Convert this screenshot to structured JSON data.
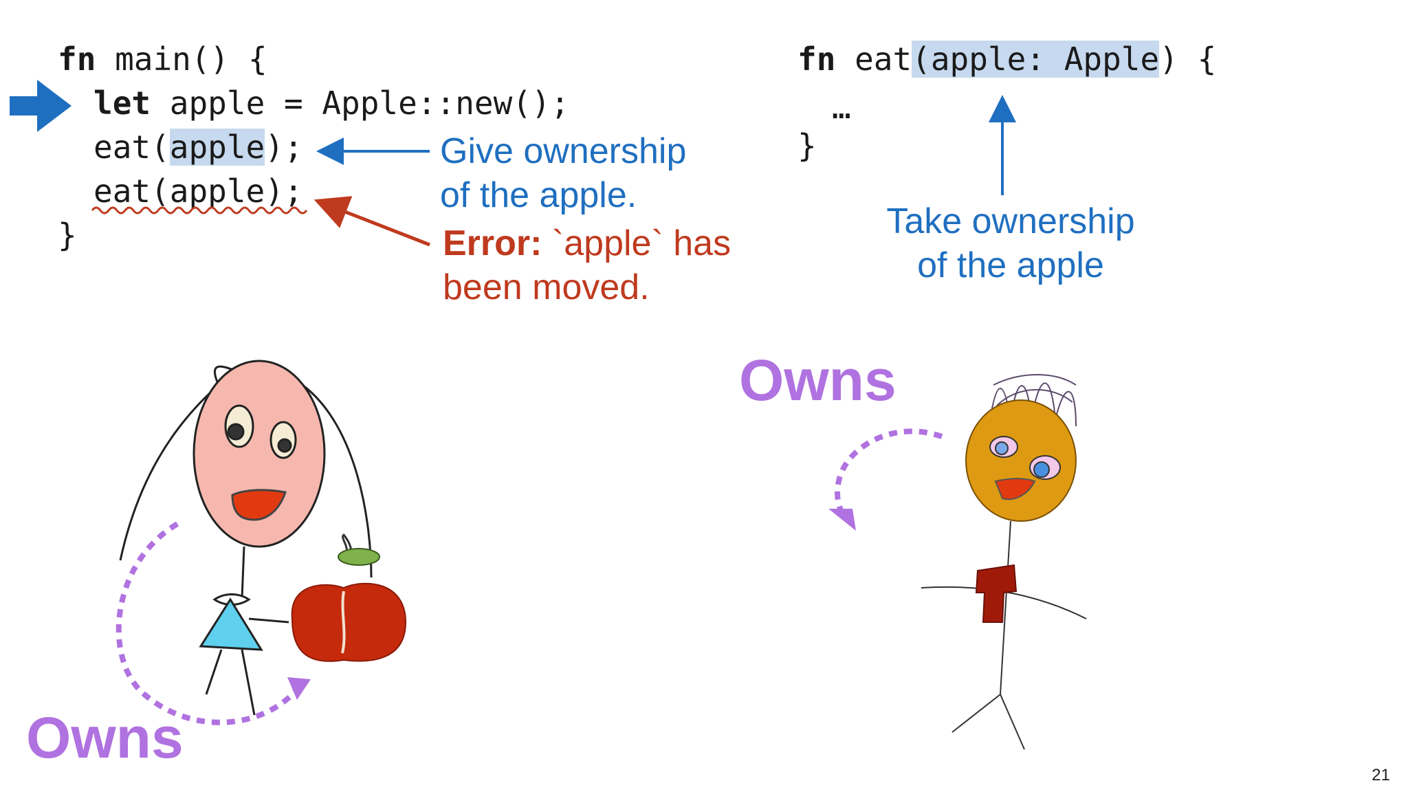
{
  "left_code": {
    "line1": {
      "kw": "fn",
      "rest": " main() {"
    },
    "line2": {
      "kw": "let",
      "rest": " apple = Apple::new();"
    },
    "line3": {
      "pre": "eat(",
      "hl": "apple",
      "post": ");"
    },
    "line4": {
      "text": "eat(apple);"
    },
    "line5": {
      "text": "}"
    }
  },
  "right_code": {
    "line1": {
      "kw": "fn",
      "pre": " eat",
      "hl": "(apple: Apple",
      "post": ") {"
    },
    "line2": {
      "text": "…"
    },
    "line3": {
      "text": "}"
    }
  },
  "notes": {
    "give": [
      "Give ownership",
      "of the apple."
    ],
    "error_label": "Error:",
    "error_rest": " `apple` has",
    "error_line2": "been moved.",
    "take": [
      "Take ownership",
      "of the apple"
    ]
  },
  "owns_left": "Owns",
  "owns_right": "Owns",
  "page_number": "21",
  "colors": {
    "blue": "#1f6fc0",
    "red": "#bf3a1e",
    "purple": "#b072e0",
    "highlight": "#c6d9ee"
  }
}
